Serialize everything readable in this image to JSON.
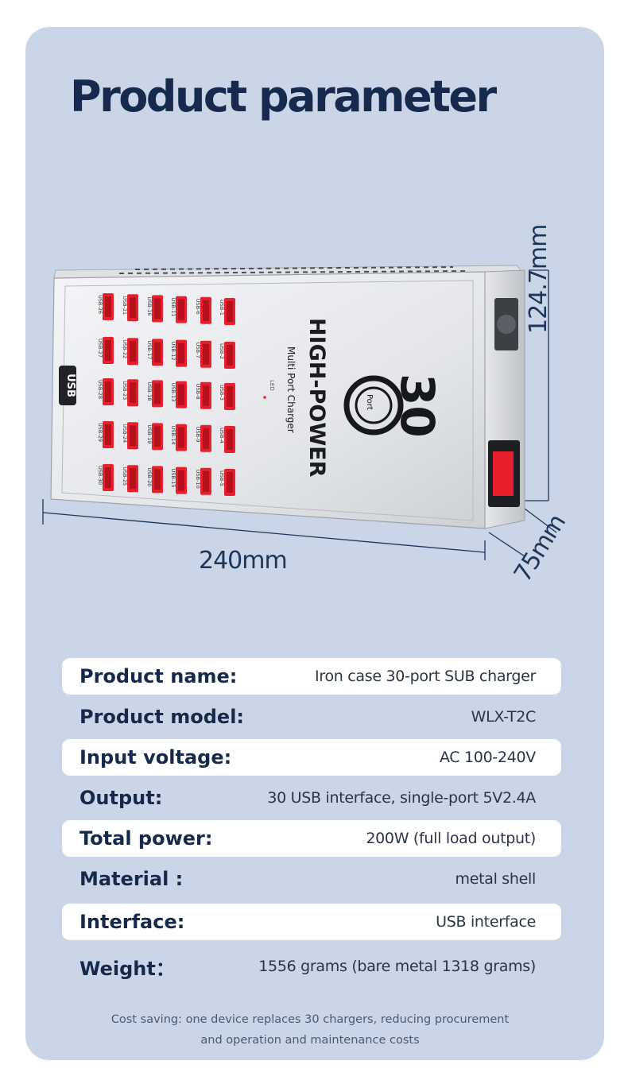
{
  "page": {
    "title": "Product parameter",
    "accent_color": "#172a4e",
    "panel_color": "#cad6e8"
  },
  "product_image": {
    "brand_text": "HIGH-POWER",
    "subtitle_text": "Multi Port Charger",
    "logo_number": "30",
    "logo_word": "Port",
    "side_badge": "USB",
    "led_label": "LED",
    "port_labels": [
      "USB-1",
      "USB-2",
      "USB-3",
      "USB-4",
      "USB-5",
      "USB-6",
      "USB-7",
      "USB-8",
      "USB-9",
      "USB-10",
      "USB-11",
      "USB-12",
      "USB-13",
      "USB-14",
      "USB-15",
      "USB-16",
      "USB-17",
      "USB-18",
      "USB-19",
      "USB-20",
      "USB-21",
      "USB-22",
      "USB-23",
      "USB-24",
      "USB-25",
      "USB-26",
      "USB-27",
      "USB-28",
      "USB-29",
      "USB-30"
    ],
    "port_color": "#e8202e",
    "switch_color": "#e8202e"
  },
  "dimensions": {
    "width": "240mm",
    "height": "124.7mm",
    "depth": "75mm"
  },
  "params": [
    {
      "label": "Product name:",
      "value": "Iron case 30-port SUB charger",
      "highlighted": true
    },
    {
      "label": "Product model:",
      "value": "WLX-T2C",
      "highlighted": false
    },
    {
      "label": "Input voltage:",
      "value": "AC 100-240V",
      "highlighted": true
    },
    {
      "label": "Output:",
      "value": "30 USB interface, single-port 5V2.4A",
      "highlighted": false
    },
    {
      "label": "Total power:",
      "value": "200W (full load output)",
      "highlighted": true
    },
    {
      "label": "Material :",
      "value": "metal shell",
      "highlighted": false
    },
    {
      "label": "Interface:",
      "value": "USB interface",
      "highlighted": true
    },
    {
      "label": "Weight：",
      "value": "1556 grams (bare metal 1318 grams)",
      "highlighted": false
    }
  ],
  "footer": {
    "line1": "Cost saving: one device replaces 30 chargers, reducing procurement",
    "line2": "and operation and maintenance costs"
  }
}
